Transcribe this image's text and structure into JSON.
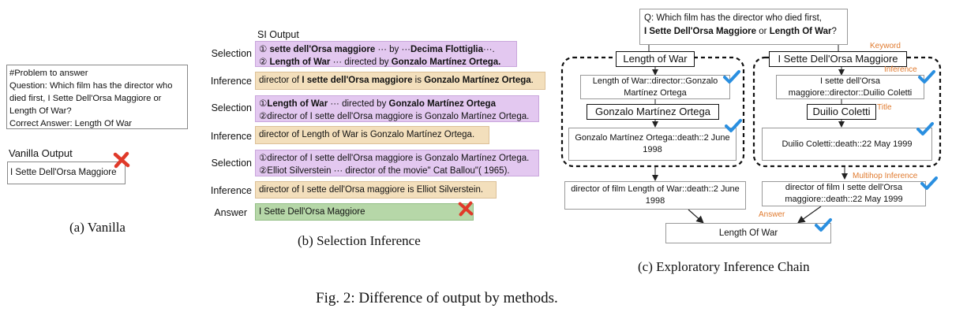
{
  "vanilla": {
    "problem_lines": [
      "#Problem to answer",
      "Question: Which film has the director who",
      "died first,  I Sette Dell'Orsa Maggiore or",
      "Length Of War?",
      "Correct Answer: Length Of War"
    ],
    "output_title": "Vanilla Output",
    "output_value": "I Sette Dell'Orsa Maggiore",
    "caption": "(a)  Vanilla"
  },
  "si": {
    "header": "SI Output",
    "labels": [
      "Selection",
      "Inference",
      "Selection",
      "Inference",
      "Selection",
      "Inference",
      "Answer"
    ],
    "sel1": {
      "c1": "①",
      "a": " sette dell'Orsa maggiore",
      "b": " ··· by ···",
      "c": "Decima Flottiglia",
      "d": "···.",
      "c2": "②",
      "e": " Length of War",
      "f": " ··· directed by ",
      "g": "Gonzalo Martínez Ortega."
    },
    "inf1": {
      "a": "director of ",
      "b": "I sette dell'Orsa maggiore",
      "c": " is ",
      "d": "Gonzalo Martínez Ortega",
      "e": "."
    },
    "sel2": {
      "c1": "①",
      "a": "Length of War",
      "b": " ··· directed by ",
      "c": "Gonzalo Martínez Ortega",
      "d": "②director of I sette dell'Orsa maggiore is Gonzalo Martínez Ortega."
    },
    "inf2": "director of Length of War is Gonzalo Martínez Ortega.",
    "sel3": {
      "a": "①director of I sette dell'Orsa maggiore is Gonzalo Martínez Ortega.",
      "b": "②Elliot Silverstein ··· director of the movie\" Cat Ballou\"( 1965)."
    },
    "inf3": "director of I sette dell'Orsa maggiore is Elliot Silverstein.",
    "answer": "I Sette Dell'Orsa Maggiore",
    "caption": "(b)  Selection Inference"
  },
  "eic": {
    "question": {
      "a": "Q: Which film has the director who died first,",
      "b": "I Sette Dell'Orsa Maggiore",
      "c": " or ",
      "d": "Length Of War",
      "e": "?"
    },
    "kw_left": "Length of War",
    "kw_right": "I Sette Dell'Orsa Maggiore",
    "left_node1": "Length of War::director::Gonzalo Martínez Ortega",
    "title_left": "Gonzalo Martínez Ortega",
    "left_node2": "Gonzalo Martínez Ortega::death::2 June 1998",
    "right_node1": "I sette dell'Orsa maggiore::director::Duilio Coletti",
    "title_right": "Duilio Coletti",
    "right_node2": "Duilio Coletti::death::22 May 1999",
    "multi_left": "director of film Length of War::death::2 June 1998",
    "multi_right": "director of film I sette dell'Orsa maggiore::death::22 May 1999",
    "answer": "Length Of War",
    "tags": {
      "keyword": "Keyword",
      "inference": "Inference",
      "title": "Title",
      "multihop": "Multihop Inference",
      "answer": "Answer"
    },
    "caption": "(c)  Exploratory Inference Chain"
  },
  "figure_caption": "Fig. 2: Difference of output by methods.",
  "colors": {
    "selection": "#e3c8f0",
    "inference": "#f3dfbc",
    "answer": "#b6d7a8",
    "check": "#2a8fe0",
    "cross": "#e03a2a",
    "tag": "#e07a2e"
  }
}
